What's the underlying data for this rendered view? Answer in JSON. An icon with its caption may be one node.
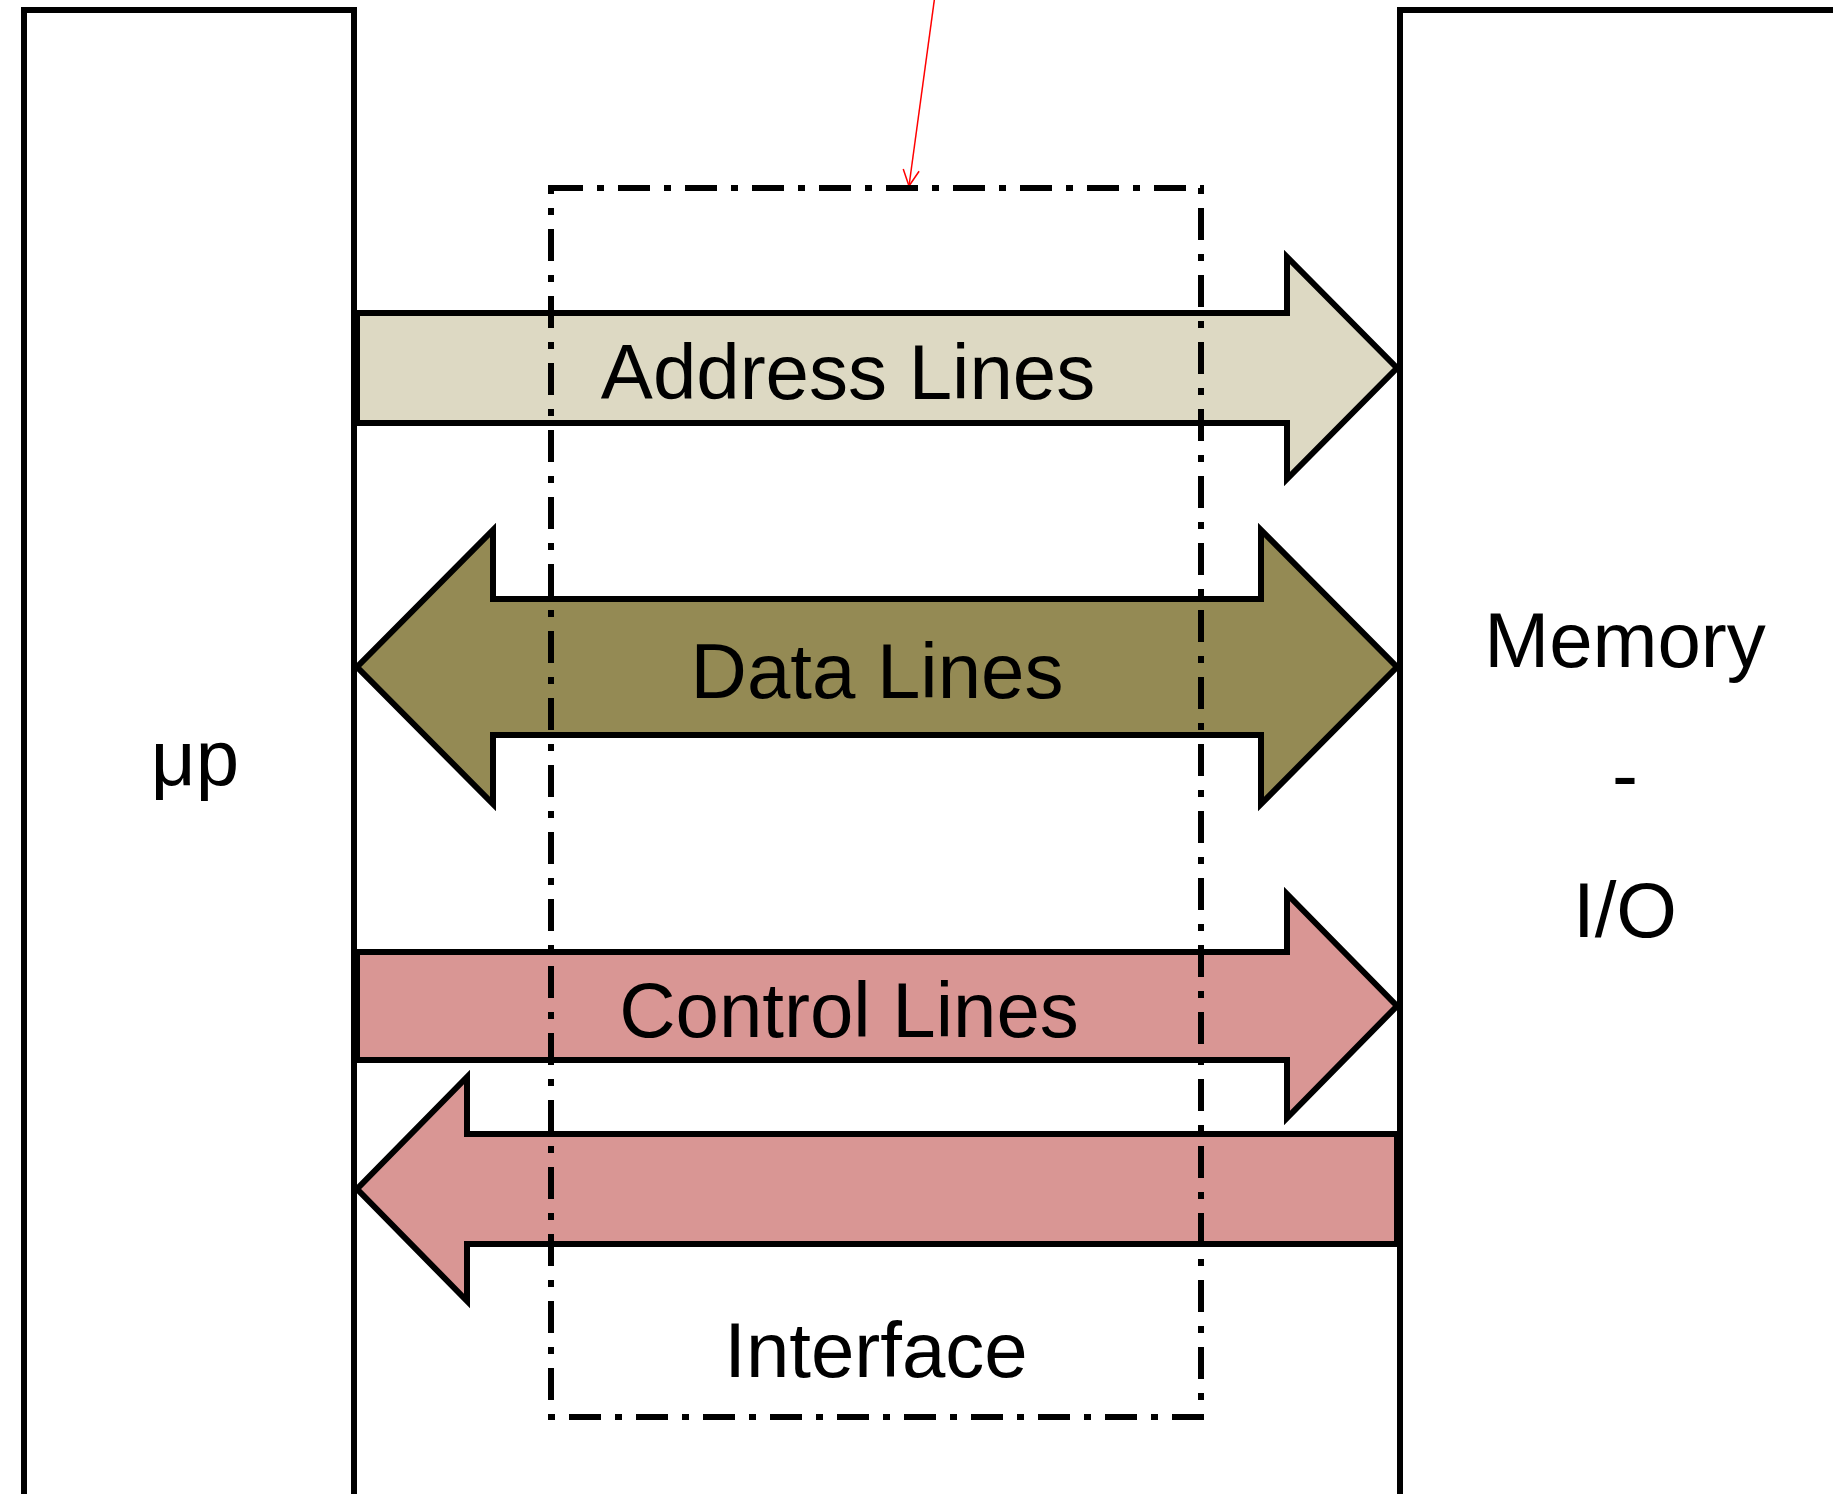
{
  "diagram": {
    "nodes": [
      {
        "text": [
          "μp"
        ]
      },
      {
        "text": [
          "Memory - I/O"
        ]
      },
      {
        "text": [
          "Interface"
        ]
      }
    ],
    "edges": [
      {
        "from": 0,
        "to": 1,
        "arrow": "to",
        "label": "Address Lines",
        "color": "#ddd9c3"
      },
      {
        "from": 0,
        "to": 1,
        "arrow": "both",
        "label": "Data Lines",
        "color": "#948a54"
      },
      {
        "from": 0,
        "to": 1,
        "arrow": "to",
        "label": "Control Lines",
        "color": "#d99694"
      },
      {
        "from": 1,
        "to": 0,
        "arrow": "to",
        "color": "#d99694"
      },
      {
        "from": null,
        "to": 2,
        "arrow": "to",
        "color": "#ff0000"
      }
    ]
  }
}
